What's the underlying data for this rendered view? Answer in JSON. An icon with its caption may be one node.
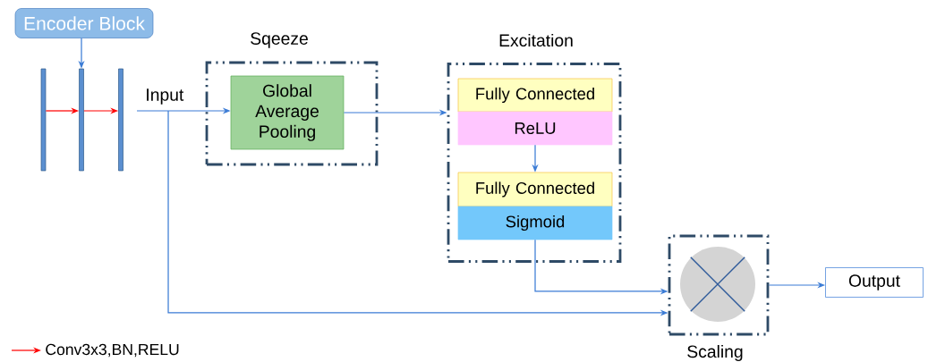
{
  "diagram": {
    "nodes": [
      {
        "text": [
          "Encoder Block"
        ]
      },
      {
        "text": [],
        "shape": "bar"
      },
      {
        "text": [],
        "shape": "bar"
      },
      {
        "text": [],
        "shape": "bar"
      },
      {
        "text": [
          "Input"
        ]
      },
      {
        "text": [
          "Sqeeze"
        ]
      },
      {
        "text": [
          "Global Average Pooling"
        ],
        "in": 5
      },
      {
        "text": [
          "Excitation"
        ]
      },
      {
        "text": [
          "Fully Connected"
        ],
        "in": 7
      },
      {
        "text": [
          "ReLU"
        ],
        "in": 7
      },
      {
        "text": [
          "Fully Connected"
        ],
        "in": 7
      },
      {
        "text": [
          "Sigmoid"
        ],
        "in": 7
      },
      {
        "text": [
          "Scaling"
        ]
      },
      {
        "text": [],
        "shape": "circle",
        "in": 12
      },
      {
        "text": [
          "Output"
        ]
      }
    ],
    "edges": [
      {
        "from": 0,
        "to": 2,
        "arrow": "to"
      },
      {
        "from": 1,
        "to": 2,
        "arrow": "to",
        "color": "#ff0000"
      },
      {
        "from": 2,
        "to": 3,
        "arrow": "to",
        "color": "#ff0000"
      },
      {
        "from": 4,
        "to": 6,
        "arrow": "to"
      },
      {
        "from": 6,
        "to": 7,
        "arrow": "to"
      },
      {
        "from": 9,
        "to": 10,
        "arrow": "to"
      },
      {
        "from": 11,
        "to": 12,
        "arrow": "to"
      },
      {
        "from": 4,
        "to": 12,
        "arrow": "to"
      },
      {
        "from": 12,
        "to": 14,
        "arrow": "to"
      }
    ],
    "legend": [
      {
        "text": "Conv3x3,BN,RELU"
      }
    ]
  }
}
